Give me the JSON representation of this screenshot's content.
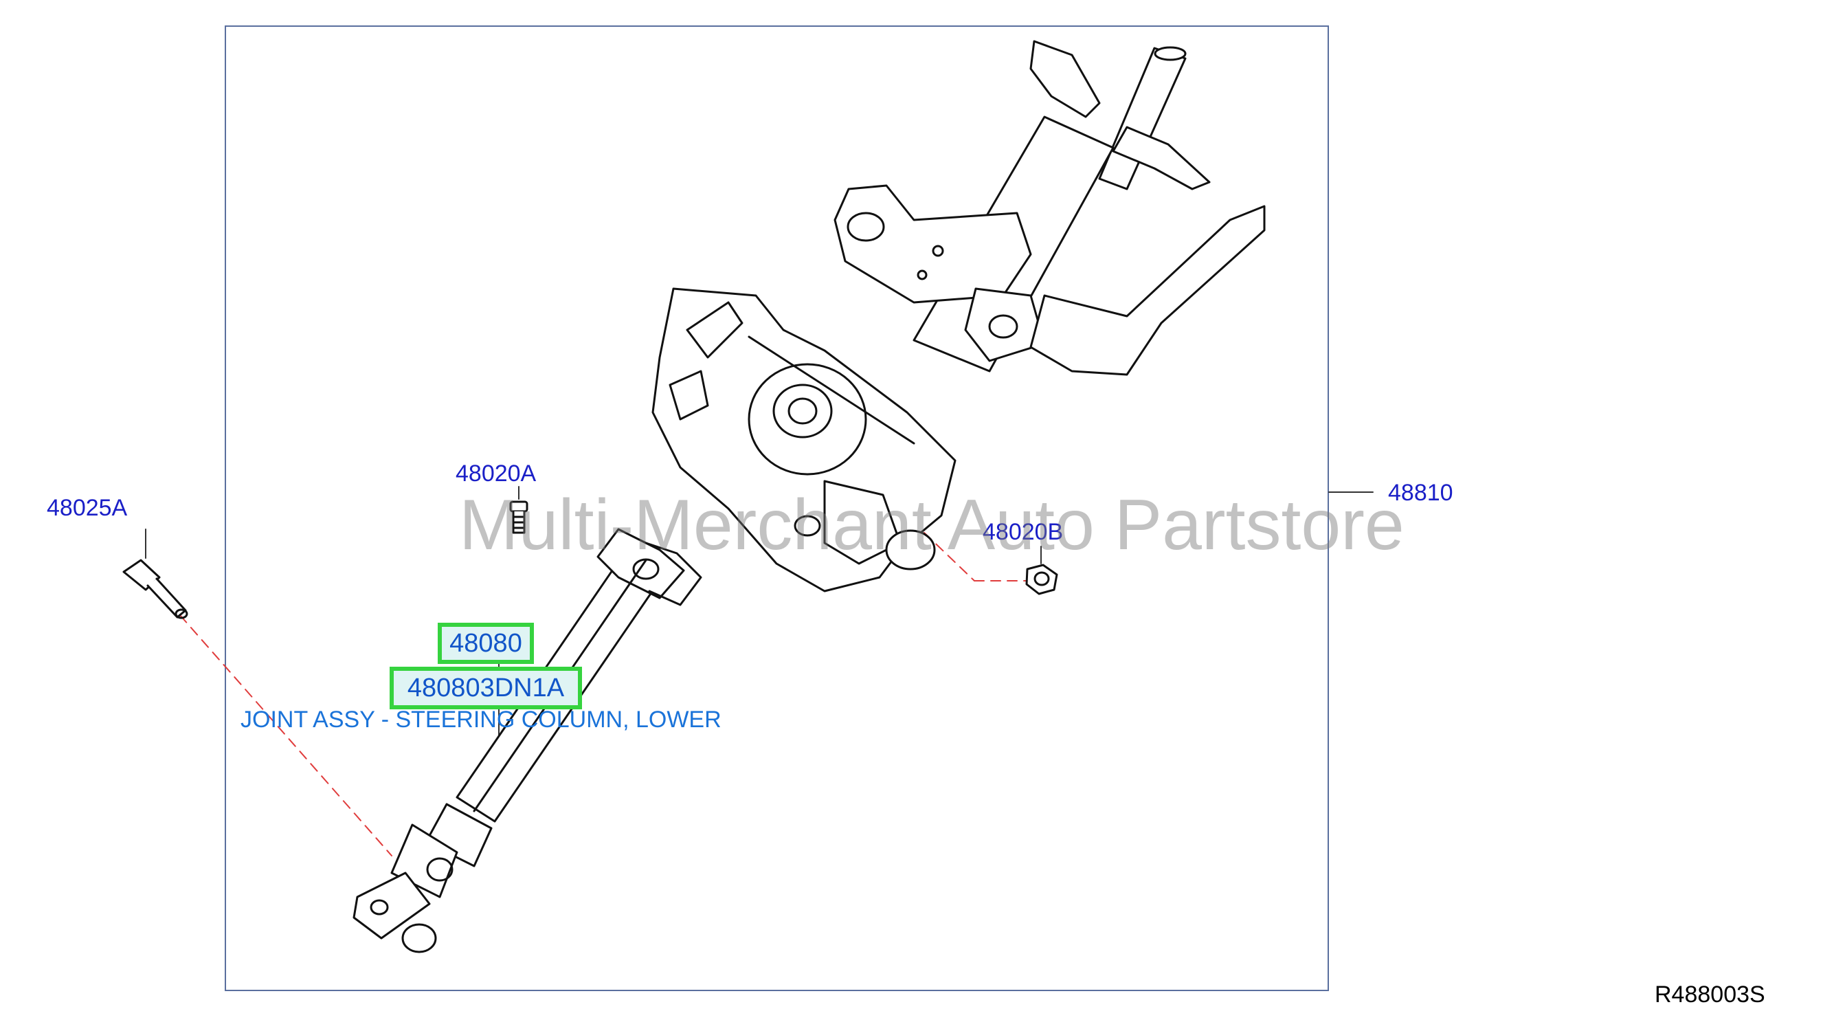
{
  "diagram": {
    "reference_code": "R488003S",
    "watermark": "Multi-Merchant Auto Partstore",
    "callouts": {
      "bolt_48025A": "48025A",
      "bolt_48020A": "48020A",
      "nut_48020B": "48020B",
      "column_48810": "48810"
    },
    "selected_part": {
      "part_group": "48080",
      "part_number": "480803DN1A",
      "description": "JOINT ASSY - STEERING COLUMN, LOWER"
    },
    "colors": {
      "callout_text": "#1a1fc7",
      "highlight_border": "#36d33f",
      "highlight_fill": "#dff4f4",
      "description_text": "#1a73d9",
      "frame": "#5a6f9e",
      "leader_dashed": "#e03c3c"
    }
  }
}
